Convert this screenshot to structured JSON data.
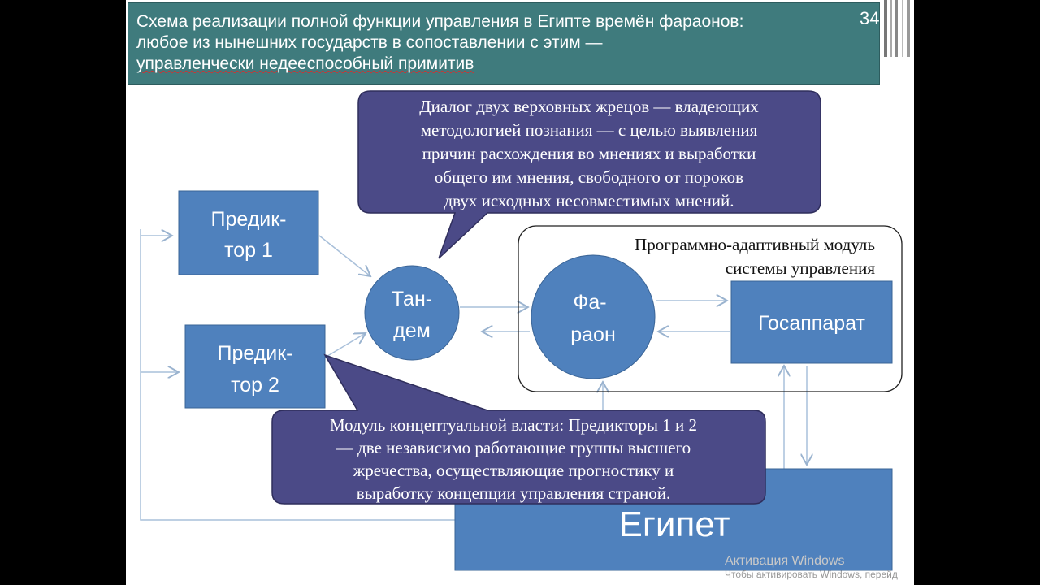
{
  "slide": {
    "title_lines": [
      "Схема реализации полной функции управления в Египте времён фараонов:",
      "любое из нынешних государств в сопоставлении с этим —",
      "управленчески недееспособный примитив"
    ],
    "page_number": "34"
  },
  "diagram": {
    "predictor1": [
      "Предик-",
      "тор 1"
    ],
    "predictor2": [
      "Предик-",
      "тор 2"
    ],
    "tandem": [
      "Тан-",
      "дем"
    ],
    "pharaoh": [
      "Фа-",
      "раон"
    ],
    "gosapparat": "Госаппарат",
    "egypt": "Египет",
    "module_label": [
      "Программно-адаптивный модуль",
      "системы управления"
    ],
    "callout_top": [
      "Диалог двух верховных жрецов — владеющих",
      "методологией познания — с целью выявления",
      "причин расхождения во мнениях и выработки",
      "общего им мнения, свободного от пороков",
      "двух исходных несовместимых мнений."
    ],
    "callout_bottom": [
      "Модуль концептуальной власти: Предикторы 1 и 2",
      "— две независимо работающие группы высшего",
      "жречества, осуществляющие прогностику и",
      "выработку концепции управления страной."
    ],
    "colors": {
      "shape": "#4f81bd",
      "callout": "#4b4a87",
      "title": "#3f7b7d"
    }
  },
  "watermark": {
    "title": "Активация Windows",
    "subtitle": "Чтобы активировать Windows, перейд"
  }
}
